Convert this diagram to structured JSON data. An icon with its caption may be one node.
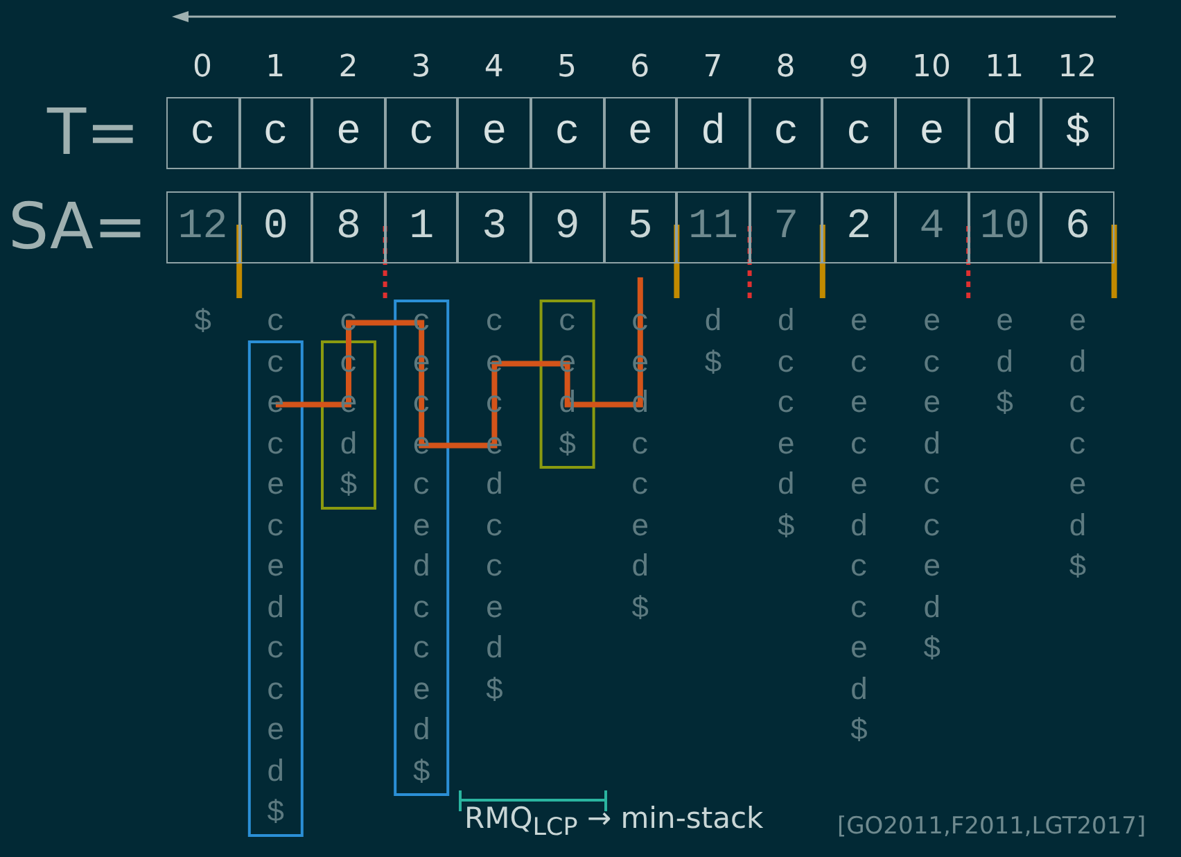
{
  "diagram": {
    "nodes": [
      {
        "text": [
          "c"
        ]
      },
      {
        "text": [
          "c"
        ]
      },
      {
        "text": [
          "e"
        ]
      },
      {
        "text": [
          "c"
        ]
      },
      {
        "text": [
          "e"
        ]
      },
      {
        "text": [
          "c"
        ]
      },
      {
        "text": [
          "e"
        ]
      },
      {
        "text": [
          "d"
        ]
      },
      {
        "text": [
          "c"
        ]
      },
      {
        "text": [
          "c"
        ]
      },
      {
        "text": [
          "e"
        ]
      },
      {
        "text": [
          "d"
        ]
      },
      {
        "text": [
          "$"
        ]
      },
      {
        "text": [
          "12"
        ]
      },
      {
        "text": [
          "0"
        ]
      },
      {
        "text": [
          "8"
        ]
      },
      {
        "text": [
          "1"
        ]
      },
      {
        "text": [
          "3"
        ]
      },
      {
        "text": [
          "9"
        ]
      },
      {
        "text": [
          "5"
        ]
      },
      {
        "text": [
          "11"
        ]
      },
      {
        "text": [
          "7"
        ]
      },
      {
        "text": [
          "2"
        ]
      },
      {
        "text": [
          "4"
        ]
      },
      {
        "text": [
          "10"
        ]
      },
      {
        "text": [
          "6"
        ]
      }
    ],
    "labels": [
      "0",
      "1",
      "2",
      "3",
      "4",
      "5",
      "6",
      "7",
      "8",
      "9",
      "10",
      "11",
      "12",
      "T=",
      "SA=",
      "$",
      "ccececedcced$",
      "cced$",
      "cececedcced$",
      "cecedcced$",
      "ced$",
      "cedcced$",
      "d$",
      "dcced$",
      "ececedcced$",
      "ecedcced$",
      "ed$",
      "edcced$",
      "RMQ$_{LCP}$ → min-stack",
      "[GO2011,F2011,LGT2017]"
    ]
  }
}
